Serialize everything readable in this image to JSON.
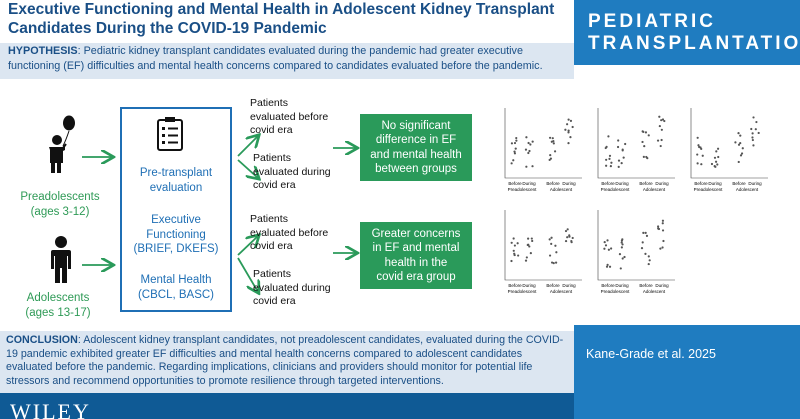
{
  "title": "Executive Functioning and Mental Health in Adolescent Kidney Transplant Candidates During the COVID-19 Pandemic",
  "journal": {
    "line1": "PEDIATRIC",
    "line2": "TRANSPLANTATION"
  },
  "hypothesis": {
    "label": "HYPOTHESIS",
    "text": ": Pediatric kidney transplant candidates evaluated during the pandemic had greater executive functioning (EF) difficulties and mental health concerns compared to candidates evaluated before the pandemic."
  },
  "groups": {
    "preadolescents": {
      "name": "Preadolescents",
      "ages": "(ages 3-12)"
    },
    "adolescents": {
      "name": "Adolescents",
      "ages": "(ages 13-17)"
    }
  },
  "evaluation": {
    "pre_transplant": [
      "Pre-transplant",
      "evaluation"
    ],
    "executive": [
      "Executive",
      "Functioning",
      "(BRIEF, DKEFS)"
    ],
    "mental_health": [
      "Mental Health",
      "(CBCL, BASC)"
    ]
  },
  "eras": {
    "before": [
      "Patients",
      "evaluated before",
      "covid era"
    ],
    "during": [
      "Patients",
      "evaluated during",
      "covid era"
    ]
  },
  "results": {
    "no_difference": [
      "No significant",
      "difference in EF",
      "and mental health",
      "between groups"
    ],
    "greater_concerns": [
      "Greater concerns",
      "in EF and mental",
      "health in the",
      "covid era group"
    ]
  },
  "figure_thumbnail": {
    "x_ticks": [
      "Before",
      "During",
      "Before",
      "During"
    ],
    "groups": [
      "Preadolescent",
      "Adolescent"
    ]
  },
  "conclusion": {
    "label": "CONCLUSION",
    "text": ": Adolescent kidney transplant candidates, not preadolescent candidates, evaluated during the COVID-19 pandemic exhibited greater EF difficulties and mental health concerns compared to adolescent candidates evaluated before the pandemic. Regarding implications, clinicians and providers should monitor for potential life stressors and recommend opportunities to promote resilience through targeted interventions."
  },
  "citation": "Kane-Grade et al. 2025",
  "publisher": "WILEY",
  "colors": {
    "green": "#2a9a5a",
    "blue": "#1f6fb5",
    "journal_blue": "#1f7cc0",
    "light_blue": "#dce6f1"
  }
}
